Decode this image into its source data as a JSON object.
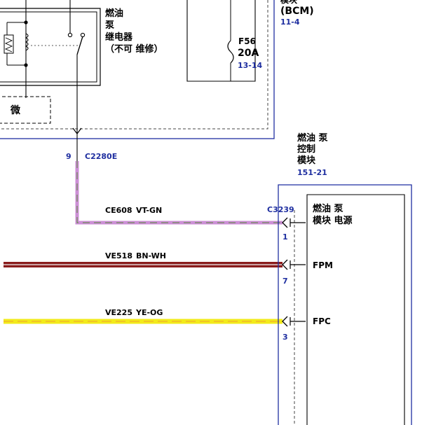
{
  "relay": {
    "name_lines": [
      "燃油",
      "泵",
      "继电器"
    ],
    "note": "（不可 维修）",
    "lower_label": "微"
  },
  "bcm": {
    "label_partial": "模块",
    "abbr": "(BCM)",
    "ref": "11-4"
  },
  "fuse": {
    "id": "F56",
    "rating": "20A",
    "ref": "13-14"
  },
  "connector_c2280e": {
    "pin": "9",
    "name": "C2280E"
  },
  "module": {
    "name_lines": [
      "燃油 泵",
      "控制",
      "模块"
    ],
    "ref": "151-21",
    "connector": "C3239"
  },
  "wires": [
    {
      "circuit": "CE608",
      "color_code": "VT-GN",
      "pin": "1",
      "signal_lines": [
        "燃油 泵",
        "模块 电源"
      ],
      "color": "#cc8fd6",
      "stripe": "#5a8a3a"
    },
    {
      "circuit": "VE518",
      "color_code": "BN-WH",
      "pin": "7",
      "signal_lines": [
        "FPM"
      ],
      "color": "#8a1c1c",
      "stripe": "#f2f2f2"
    },
    {
      "circuit": "VE225",
      "color_code": "YE-OG",
      "pin": "3",
      "signal_lines": [
        "FPC"
      ],
      "color": "#f2ea1a",
      "stripe": "#f0a030"
    }
  ],
  "colors": {
    "frame_blue": "#1f2fa0",
    "ref_blue": "#1f2fa0"
  }
}
